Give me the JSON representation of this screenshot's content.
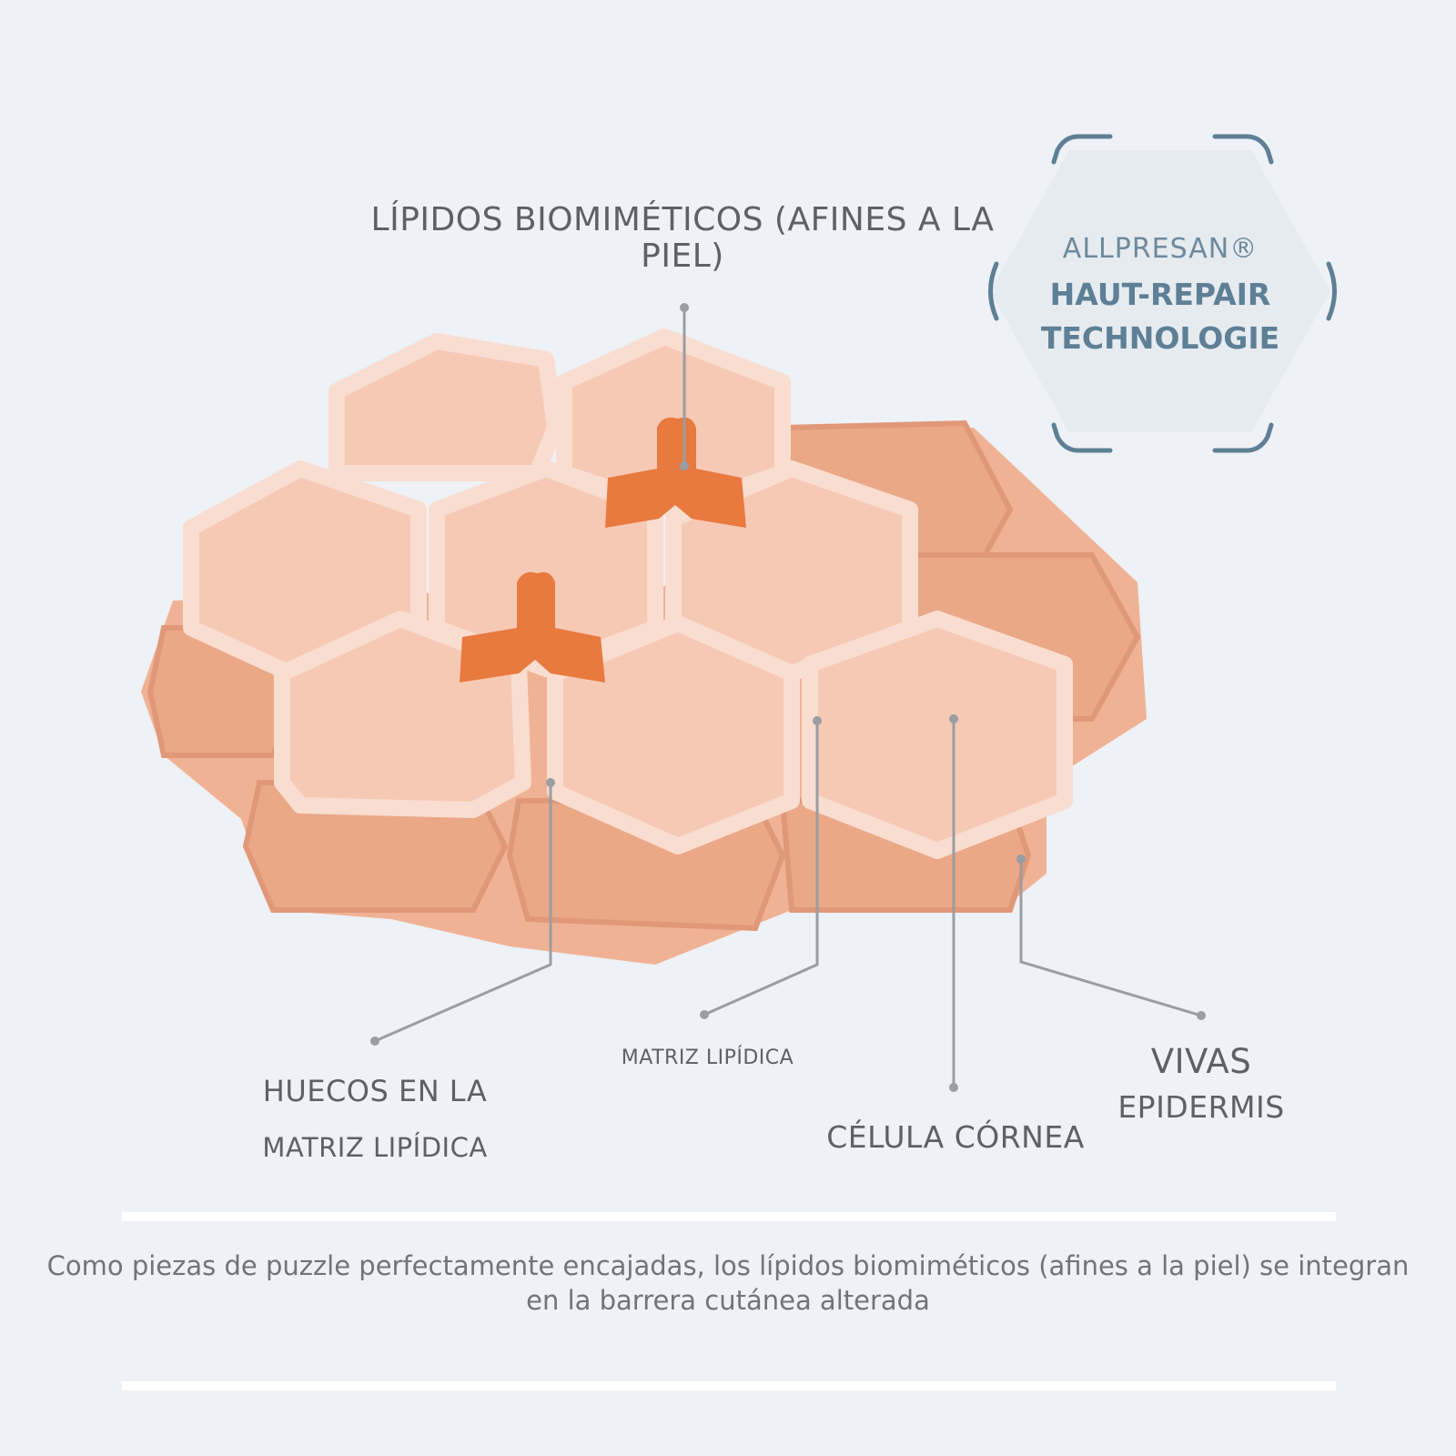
{
  "labels": {
    "lipidos_line1": "LÍPIDOS BIOMIMÉTICOS (AFINES A LA",
    "lipidos_line2": "PIEL)",
    "huecos_line1": "HUECOS EN LA",
    "huecos_line2": "MATRIZ LIPÍDICA",
    "matriz": "MATRIZ LIPÍDICA",
    "celula": "CÉLULA CÓRNEA",
    "vivas_line1": "VIVAS",
    "vivas_line2": "EPIDERMIS"
  },
  "badge": {
    "brand": "ALLPRESAN®",
    "line1": "HAUT-REPAIR",
    "line2": "TECHNOLOGIE"
  },
  "caption": "Como piezas de puzzle perfectamente encajadas, los lípidos biomiméticos (afines a la piel) se integran en la barrera cutánea alterada",
  "colors": {
    "background": "#eef1f5",
    "top_cells": "#f7cdb9",
    "base_cells": "#f2b090",
    "lipid_pieces": "#e8793f",
    "badge_accent": "#5e7f95"
  }
}
